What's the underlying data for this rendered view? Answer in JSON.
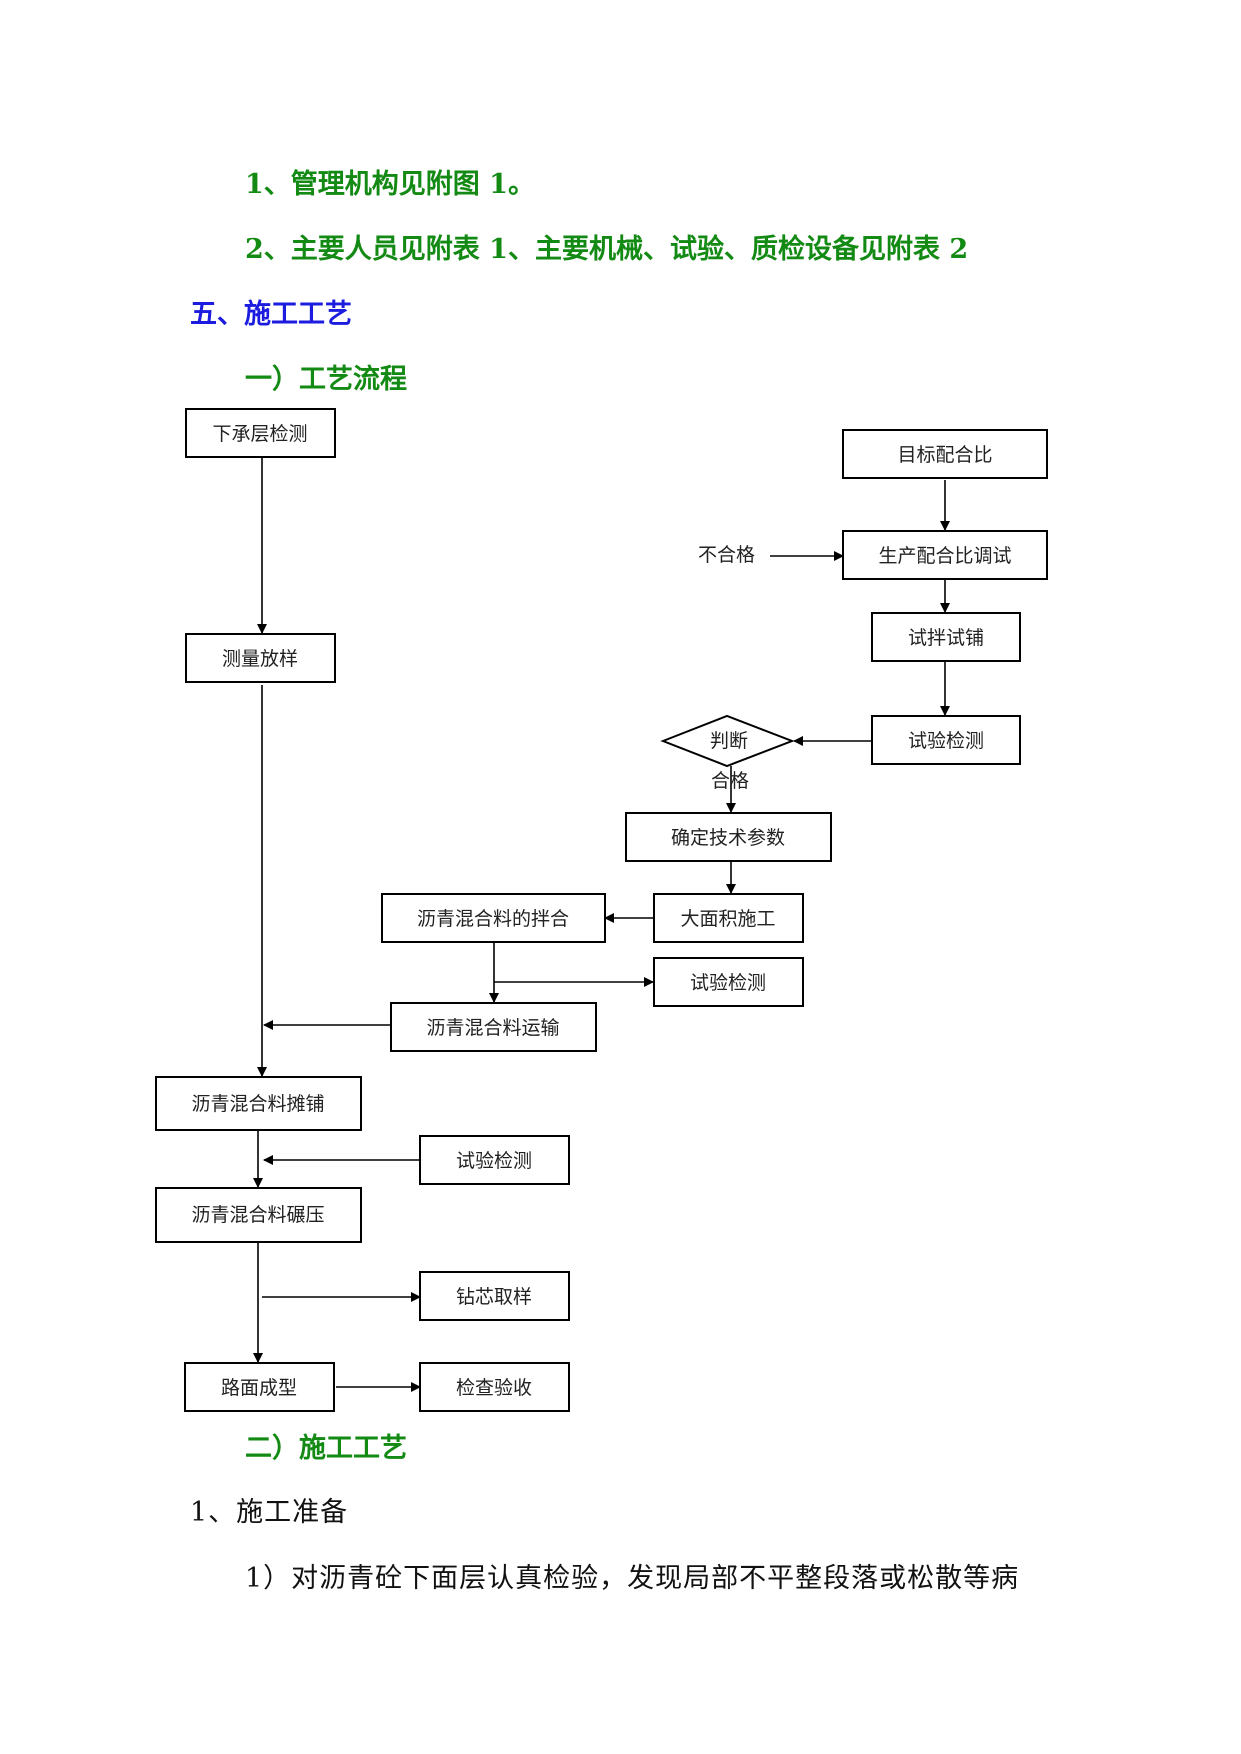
{
  "heading_items": [
    "1、管理机构见附图 1。",
    "2、主要人员见附表 1、主要机械、试验、质检设备见附表 2"
  ],
  "section_title": "五、施工工艺",
  "subsection_1": "一）工艺流程",
  "flowchart": {
    "nodes": {
      "xiachengceng": "下承层检测",
      "celiang": "测量放样",
      "mubiao": "目标配合比",
      "shengchan": "生产配合比调试",
      "buhege": "不合格",
      "shiban": "试拌试铺",
      "jiance1": "试验检测",
      "panduan": "判断",
      "hege": "合格",
      "queding": "确定技术参数",
      "damianji": "大面积施工",
      "banhe": "沥青混合料的拌合",
      "jiance2": "试验检测",
      "yunshu": "沥青混合料运输",
      "tanpu": "沥青混合料摊铺",
      "jiance3": "试验检测",
      "nianya": "沥青混合料碾压",
      "zuanxin": "钻芯取样",
      "lumian": "路面成型",
      "jiancha": "检查验收"
    }
  },
  "subsection_2": "二）施工工艺",
  "item_title": "1、施工准备",
  "paragraph": "1）对沥青砼下面层认真检验，发现局部不平整段落或松散等病"
}
